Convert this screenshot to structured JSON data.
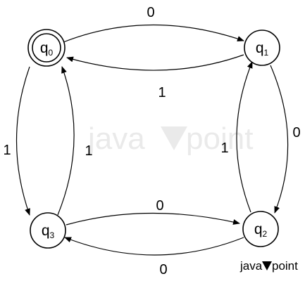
{
  "diagram": {
    "states": {
      "q0": {
        "letter": "q",
        "sub": "0",
        "initial_accepting": true
      },
      "q1": {
        "letter": "q",
        "sub": "1"
      },
      "q2": {
        "letter": "q",
        "sub": "2"
      },
      "q3": {
        "letter": "q",
        "sub": "3"
      }
    },
    "transitions": {
      "q0_to_q1": "0",
      "q1_to_q0": "1",
      "q1_to_q2": "0",
      "q2_to_q1": "1",
      "q3_to_q2": "0",
      "q2_to_q3": "0",
      "q0_to_q3": "1",
      "q3_to_q0": "1"
    }
  },
  "watermark": {
    "left": "java",
    "right": "point"
  },
  "logo": {
    "left": "java",
    "right": "point"
  },
  "colors": {
    "stroke": "#000000",
    "background": "#ffffff",
    "watermark": "#d9d9d9"
  }
}
